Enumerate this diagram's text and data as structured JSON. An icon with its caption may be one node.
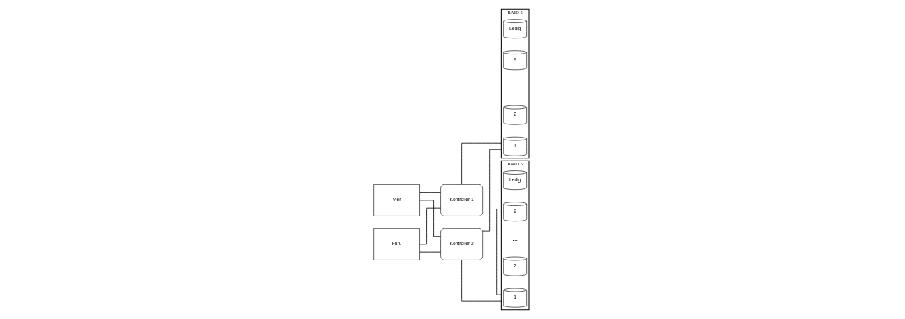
{
  "diagram": {
    "nodes": [
      {
        "text": [
          "Vier"
        ]
      },
      {
        "text": [
          "Furu"
        ]
      },
      {
        "text": [
          "Kontroller 1"
        ]
      },
      {
        "text": [
          "Kontroller 2"
        ]
      },
      {
        "text": [
          "RAID 5"
        ]
      },
      {
        "text": [
          "1"
        ],
        "in": 4
      },
      {
        "text": [
          "2"
        ],
        "in": 4
      },
      {
        "text": [
          "9"
        ],
        "in": 4
      },
      {
        "text": [
          "Ledig"
        ],
        "in": 4
      },
      {
        "text": [
          "RAID 5"
        ]
      },
      {
        "text": [
          "1"
        ],
        "in": 9
      },
      {
        "text": [
          "2"
        ],
        "in": 9
      },
      {
        "text": [
          "9"
        ],
        "in": 9
      },
      {
        "text": [
          "Ledig"
        ],
        "in": 9
      }
    ],
    "edges": [
      {
        "from": 0,
        "to": 2,
        "arrow": "none"
      },
      {
        "from": 0,
        "to": 3,
        "arrow": "none"
      },
      {
        "from": 1,
        "to": 2,
        "arrow": "none"
      },
      {
        "from": 1,
        "to": 3,
        "arrow": "none"
      },
      {
        "from": 2,
        "to": 4,
        "arrow": "none"
      },
      {
        "from": 2,
        "to": 9,
        "arrow": "none"
      },
      {
        "from": 3,
        "to": 9,
        "arrow": "none"
      },
      {
        "from": 3,
        "to": 4,
        "arrow": "none"
      }
    ],
    "labels": [
      "...",
      "..."
    ]
  }
}
